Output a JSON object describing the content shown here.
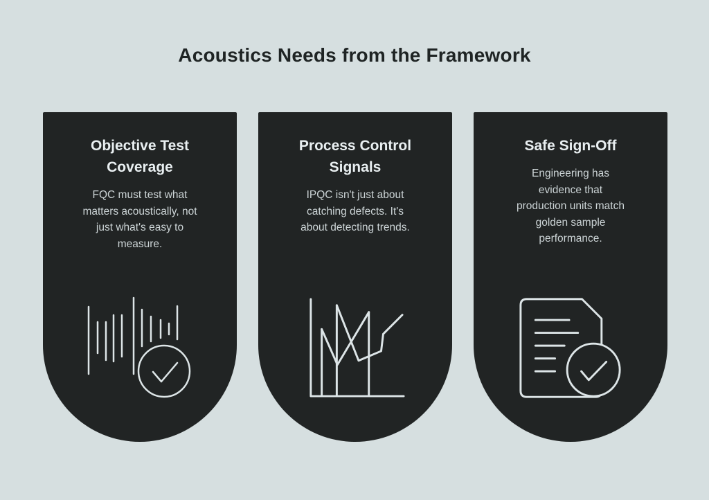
{
  "page": {
    "title": "Acoustics Needs from the Framework"
  },
  "colors": {
    "background": "#d6dfe0",
    "card_background": "#212424",
    "title_text": "#1f2424",
    "card_heading_text": "#e9eff1",
    "card_body_text": "#ccd4d6",
    "icon_stroke": "#dde5e7"
  },
  "cards": [
    {
      "id": "objective-test-coverage",
      "title": "Objective Test\nCoverage",
      "body": "FQC must test what\nmatters acoustically, not\njust what's easy to\nmeasure.",
      "icon": "waveform-check-icon"
    },
    {
      "id": "process-control-signals",
      "title": "Process Control\nSignals",
      "body": "IPQC isn't just about\ncatching defects. It's\nabout detecting trends.",
      "icon": "line-chart-icon"
    },
    {
      "id": "safe-sign-off",
      "title": "Safe Sign-Off",
      "body": "Engineering has\nevidence that\nproduction units match\ngolden sample\nperformance.",
      "icon": "document-check-icon"
    }
  ]
}
